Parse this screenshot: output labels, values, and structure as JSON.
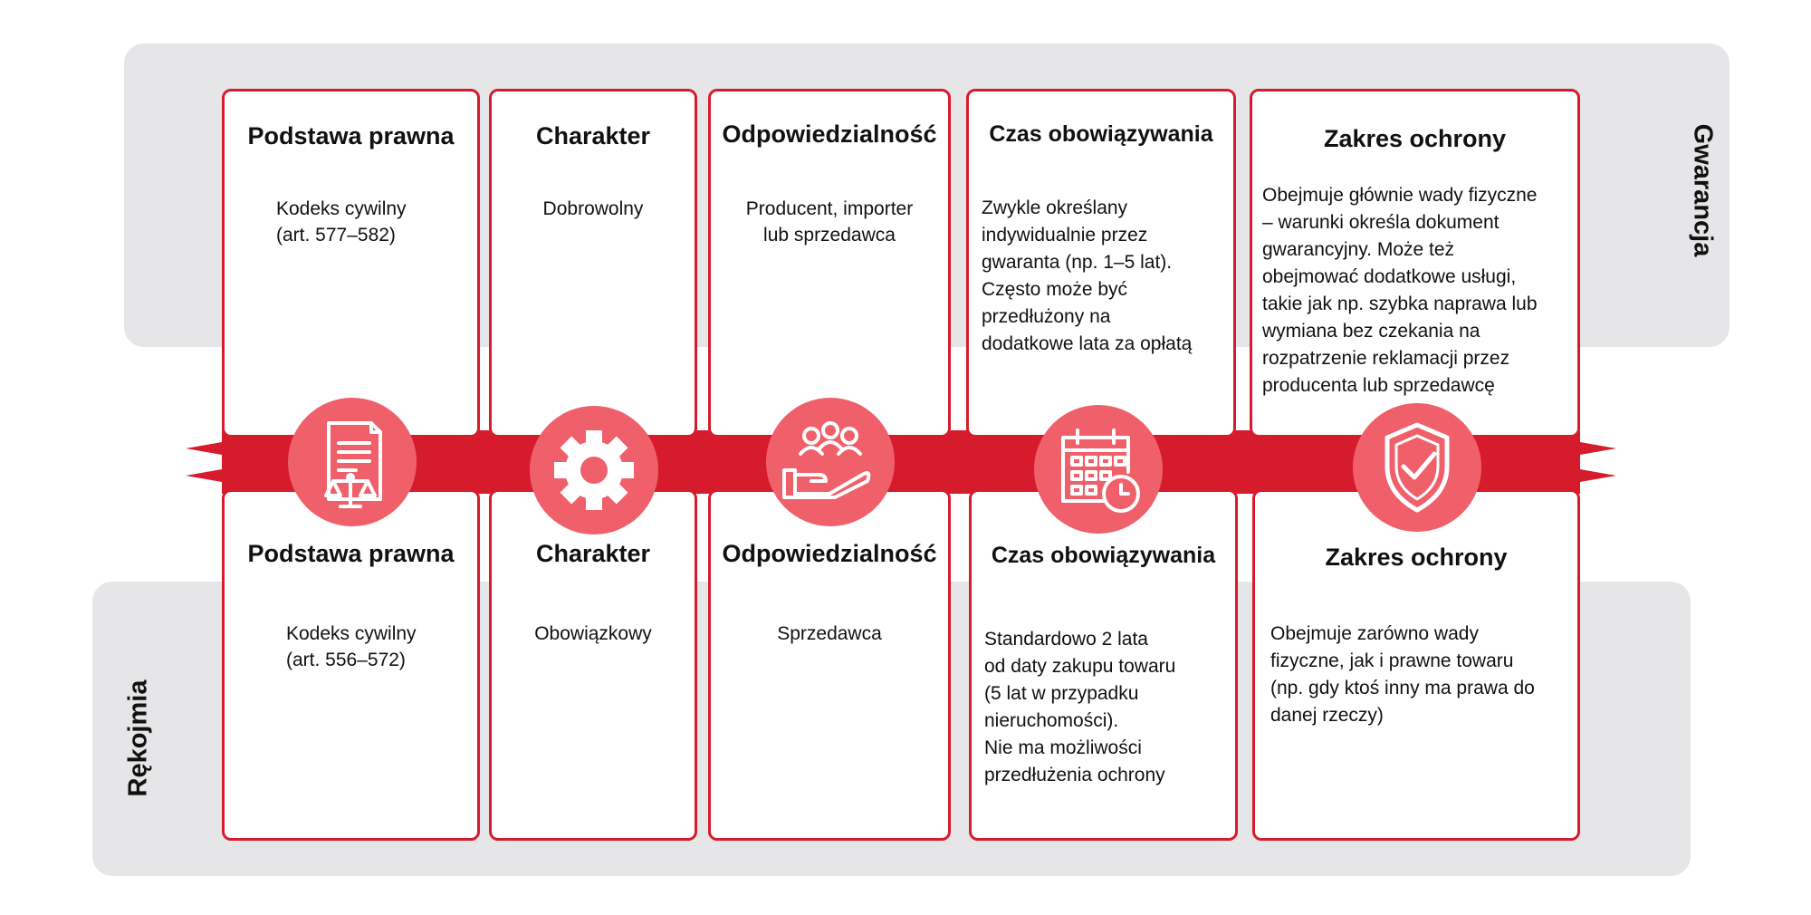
{
  "labels": {
    "top": "Gwarancja",
    "bottom": "Rękojmia"
  },
  "colors": {
    "accent": "#d61c2c",
    "icon_circle": "#f0606a",
    "band": "#e6e6e8"
  },
  "columns": [
    {
      "icon": "document-scales-icon",
      "top": {
        "title": "Podstawa prawna",
        "lines": [
          "Kodeks cywilny",
          "(art. 577–582)"
        ]
      },
      "bottom": {
        "title": "Podstawa prawna",
        "lines": [
          "Kodeks cywilny",
          "(art. 556–572)"
        ]
      }
    },
    {
      "icon": "gear-icon",
      "top": {
        "title": "Charakter",
        "lines": [
          "Dobrowolny"
        ]
      },
      "bottom": {
        "title": "Charakter",
        "lines": [
          "Obowiązkowy"
        ]
      }
    },
    {
      "icon": "people-hand-icon",
      "top": {
        "title": "Odpowiedzialność",
        "lines": [
          "Producent, importer",
          "lub sprzedawca"
        ]
      },
      "bottom": {
        "title": "Odpowiedzialność",
        "lines": [
          "Sprzedawca"
        ]
      }
    },
    {
      "icon": "calendar-clock-icon",
      "top": {
        "title": "Czas obowiązywania",
        "lines": [
          "Zwykle określany",
          "indywidualnie przez",
          "gwaranta (np. 1–5 lat).",
          "Często może być",
          "przedłużony na",
          "dodatkowe lata za opłatą"
        ]
      },
      "bottom": {
        "title": "Czas obowiązywania",
        "lines": [
          "Standardowo 2 lata",
          "od daty zakupu towaru",
          "(5 lat w przypadku",
          "nieruchomości).",
          "Nie ma możliwości",
          "przedłużenia ochrony"
        ]
      }
    },
    {
      "icon": "shield-check-icon",
      "top": {
        "title": "Zakres ochrony",
        "lines": [
          "Obejmuje głównie wady fizyczne",
          "– warunki określa dokument",
          "gwarancyjny. Może też",
          "obejmować dodatkowe usługi,",
          "takie jak np. szybka naprawa lub",
          "wymiana bez czekania na",
          "rozpatrzenie reklamacji przez",
          "producenta lub sprzedawcę"
        ]
      },
      "bottom": {
        "title": "Zakres ochrony",
        "lines": [
          "Obejmuje zarówno wady",
          "fizyczne, jak i prawne towaru",
          "(np. gdy ktoś inny ma prawa do",
          "danej rzeczy)"
        ]
      }
    }
  ]
}
